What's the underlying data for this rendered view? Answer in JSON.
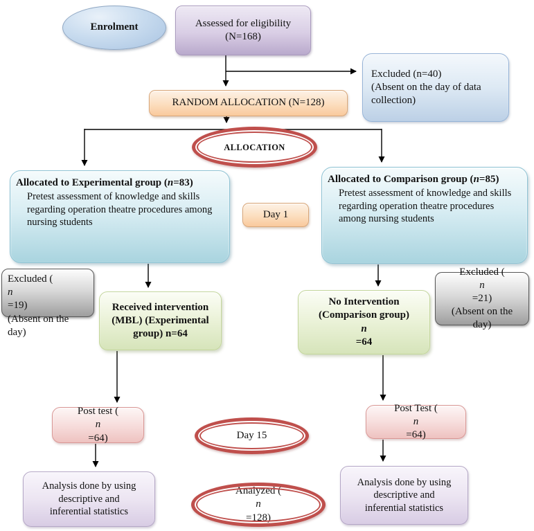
{
  "diagram": {
    "nodes": {
      "enrolment": {
        "label": "Enrolment"
      },
      "assessed": {
        "label": "Assessed for eligibility\n(N=168)"
      },
      "excluded_top": {
        "label": "Excluded (n=40)\n(Absent on the day of data collection)"
      },
      "random_allocation": {
        "label": "RANDOM ALLOCATION (N=128)"
      },
      "allocation": {
        "label": "ALLOCATION"
      },
      "experimental": {
        "title": "Allocated to Experimental group (n=83)",
        "body": "Pretest assessment of knowledge and skills regarding operation theatre procedures among nursing students"
      },
      "comparison": {
        "title": "Allocated to Comparison group (n=85)",
        "body": "Pretest assessment of knowledge and skills regarding operation theatre procedures among nursing students"
      },
      "day1": {
        "label": "Day 1"
      },
      "excluded_left": {
        "label": "Excluded (n=19)\n(Absent on the\nday)"
      },
      "received_intervention": {
        "label": "Received intervention\n(MBL) (Experimental\ngroup) n=64"
      },
      "no_intervention": {
        "label": "No Intervention\n(Comparison group)\nn=64"
      },
      "excluded_right": {
        "label": "Excluded (n=21)\n(Absent on the\nday)"
      },
      "post_test_left": {
        "label": "Post test (n=64)"
      },
      "day15": {
        "label": "Day 15"
      },
      "post_test_right": {
        "label": "Post Test (n=64)"
      },
      "analysis_left": {
        "label": "Analysis done by using\ndescriptive and\ninferential statistics"
      },
      "analyzed": {
        "label": "Analyzed (n=128)"
      },
      "analysis_right": {
        "label": "Analysis done by using\ndescriptive and\ninferential statistics"
      }
    },
    "palette": {
      "blue_ellipse": "#b8cfe8",
      "purple_box": "#c9bcd9",
      "blue_box": "#c3d4e8",
      "peach_box": "#f9c99c",
      "cyan_box": "#a9d4df",
      "gray_box": "#9e9e9e",
      "green_box": "#d6e4ba",
      "pink_box": "#eec2c0",
      "lavender_box": "#d8cce4",
      "red_ring": "#bf4f4c",
      "connector_line": "#000000"
    }
  }
}
